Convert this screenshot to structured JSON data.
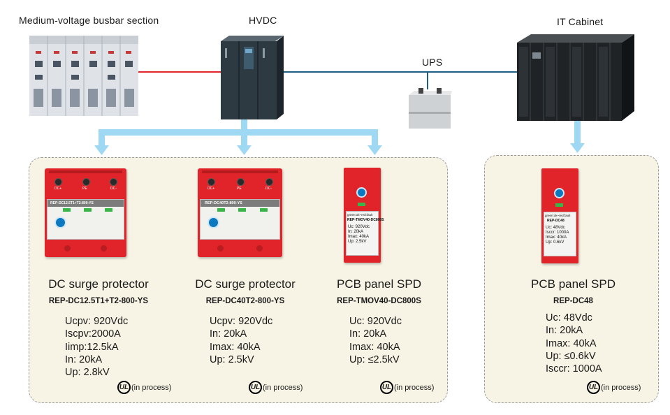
{
  "labels": {
    "busbar": "Medium-voltage busbar section",
    "hvdc": "HVDC",
    "ups": "UPS",
    "it_cabinet": "IT  Cabinet"
  },
  "colors": {
    "red_line": "#e0262b",
    "blue_line": "#1f5d83",
    "arrow": "#9fd8f2",
    "panel_bg": "#f7f4e5"
  },
  "products": [
    {
      "title": "DC surge protector",
      "model": "REP-DC12.5T1+T2-800-YS",
      "device_label": "REP-DC12.5T1+T2-800-YS",
      "terminals": [
        "DC+",
        "PE",
        "DC-"
      ],
      "specs": [
        "Ucpv: 920Vdc",
        "Iscpv:2000A",
        "Iimp:12.5kA",
        "In: 20kA",
        "Up: 2.8kV"
      ],
      "ul": "(in process)"
    },
    {
      "title": "DC surge protector",
      "model": "REP-DC40T2-800-YS",
      "device_label": "REP-DC40T2-800-YS",
      "terminals": [
        "DC+",
        "PE",
        "DC-"
      ],
      "specs": [
        "Ucpv: 920Vdc",
        "In: 20kA",
        "Imax: 40kA",
        "Up: 2.5kV"
      ],
      "ul": "(in process)"
    },
    {
      "title": "PCB panel SPD",
      "model": "REP-TMOV40-DC800S",
      "device_label": "REP-TMOV40-DC800S",
      "device_specs": [
        "Uc:   920Vdc",
        "In:    20kA",
        "Imax: 40kA",
        "Up:    2.5kV"
      ],
      "indicator": "green:ok~red:fault",
      "specs": [
        "Uc: 920Vdc",
        "In: 20kA",
        "Imax: 40kA",
        "Up: ≤2.5kV"
      ],
      "ul": "(in process)"
    },
    {
      "title": "PCB panel SPD",
      "model": "REP-DC48",
      "device_label": "REP-DC48",
      "device_specs": [
        "Uc:    48Vdc",
        "Isccr: 1000A",
        "Imax: 40kA",
        "Up:    0.6kV"
      ],
      "indicator": "green:ok~red:fault",
      "specs": [
        "Uc: 48Vdc",
        "In: 20kA",
        "Imax: 40kA",
        "Up: ≤0.6kV",
        "Isccr: 1000A"
      ],
      "ul": "(in process)"
    }
  ],
  "ul_mark": "UL"
}
